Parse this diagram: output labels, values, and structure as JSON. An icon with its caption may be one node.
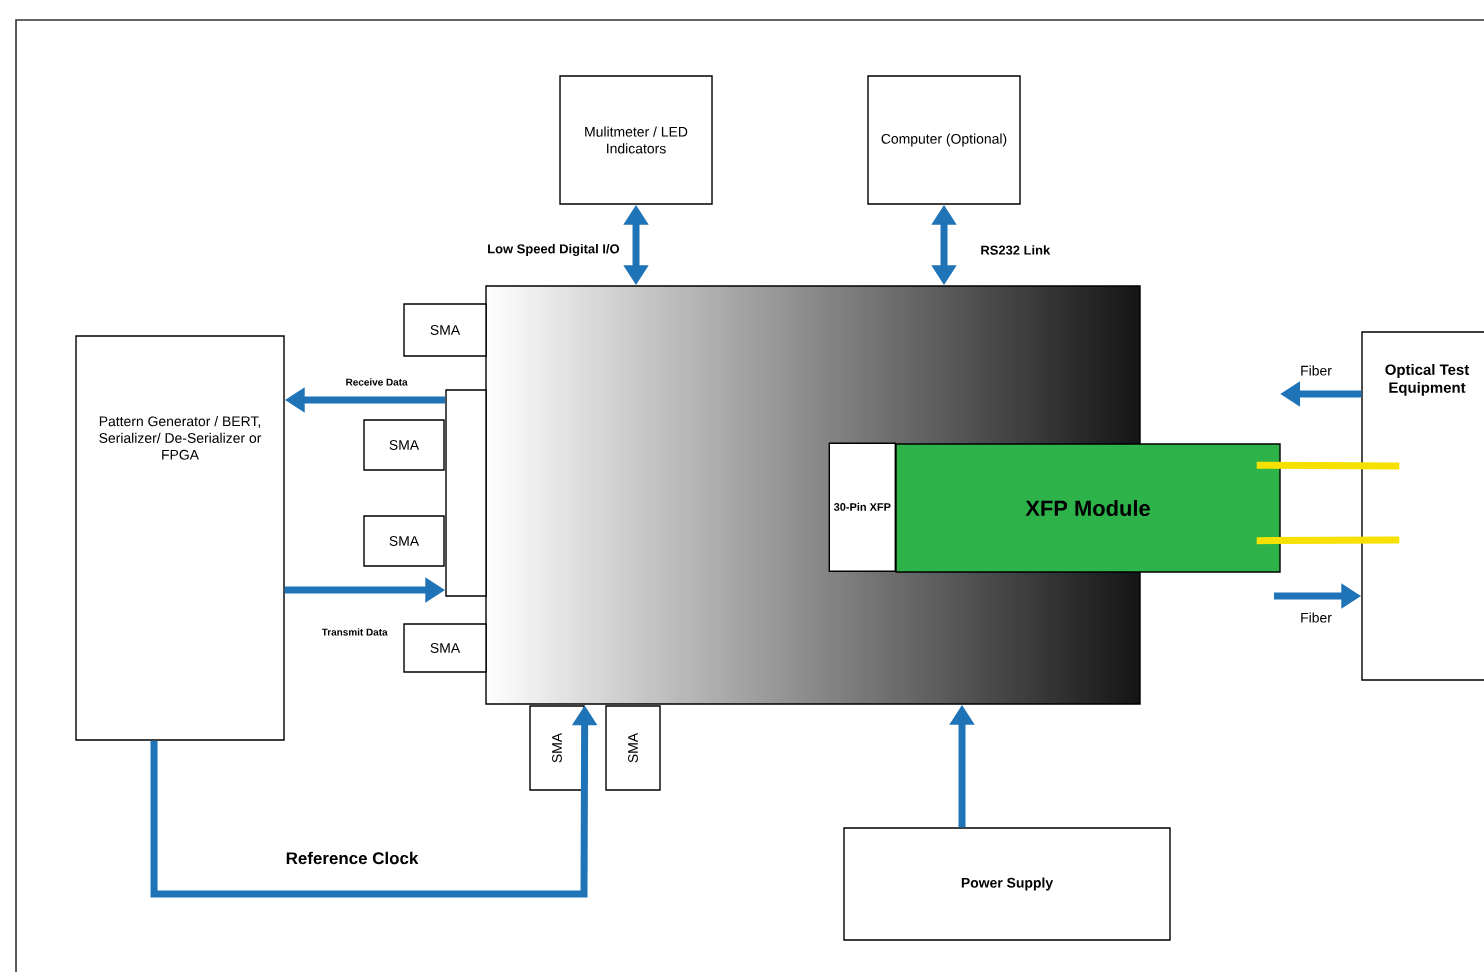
{
  "diagram": {
    "nodes": [
      {
        "text": [],
        "shape": "box"
      },
      {
        "text": [
          "Mulitmeter / LED Indicators"
        ]
      },
      {
        "text": [
          "Computer (Optional)"
        ]
      },
      {
        "text": [
          "Pattern Generator / BERT, Serializer/ De-Serializer or FPGA"
        ]
      },
      {
        "text": [
          "Optical Test Equipment"
        ]
      },
      {
        "text": [
          "Power Supply"
        ]
      },
      {
        "text": [
          "SMA"
        ]
      },
      {
        "text": [],
        "shape": "box"
      },
      {
        "text": [
          "SMA"
        ]
      },
      {
        "text": [
          "SMA"
        ]
      },
      {
        "text": [
          "SMA"
        ]
      },
      {
        "text": [
          "SMA"
        ]
      },
      {
        "text": [
          "SMA"
        ]
      },
      {
        "text": [
          "XFP Module"
        ]
      },
      {
        "text": [
          "30-Pin XFP"
        ],
        "in": 0
      }
    ],
    "edges": [
      {
        "from": 1,
        "to": 0,
        "arrow": "both",
        "label": "Low Speed Digital I/O"
      },
      {
        "from": 2,
        "to": 0,
        "arrow": "both",
        "label": "RS232 Link"
      },
      {
        "from": 7,
        "to": 3,
        "arrow": "to",
        "label": "Receive Data"
      },
      {
        "from": 3,
        "to": 7,
        "arrow": "to",
        "label": "Transmit Data"
      },
      {
        "from": 3,
        "to": 11,
        "arrow": "to",
        "label": "Reference Clock"
      },
      {
        "from": 5,
        "to": 0,
        "arrow": "to"
      },
      {
        "from": 4,
        "to": null,
        "arrow": "to",
        "label": "Fiber"
      },
      {
        "from": null,
        "to": 4,
        "arrow": "to",
        "label": "Fiber"
      },
      {
        "from": 13,
        "to": 4,
        "arrow": "none",
        "color": "#f5e000"
      },
      {
        "from": 13,
        "to": 4,
        "arrow": "none",
        "color": "#f5e000"
      }
    ]
  }
}
